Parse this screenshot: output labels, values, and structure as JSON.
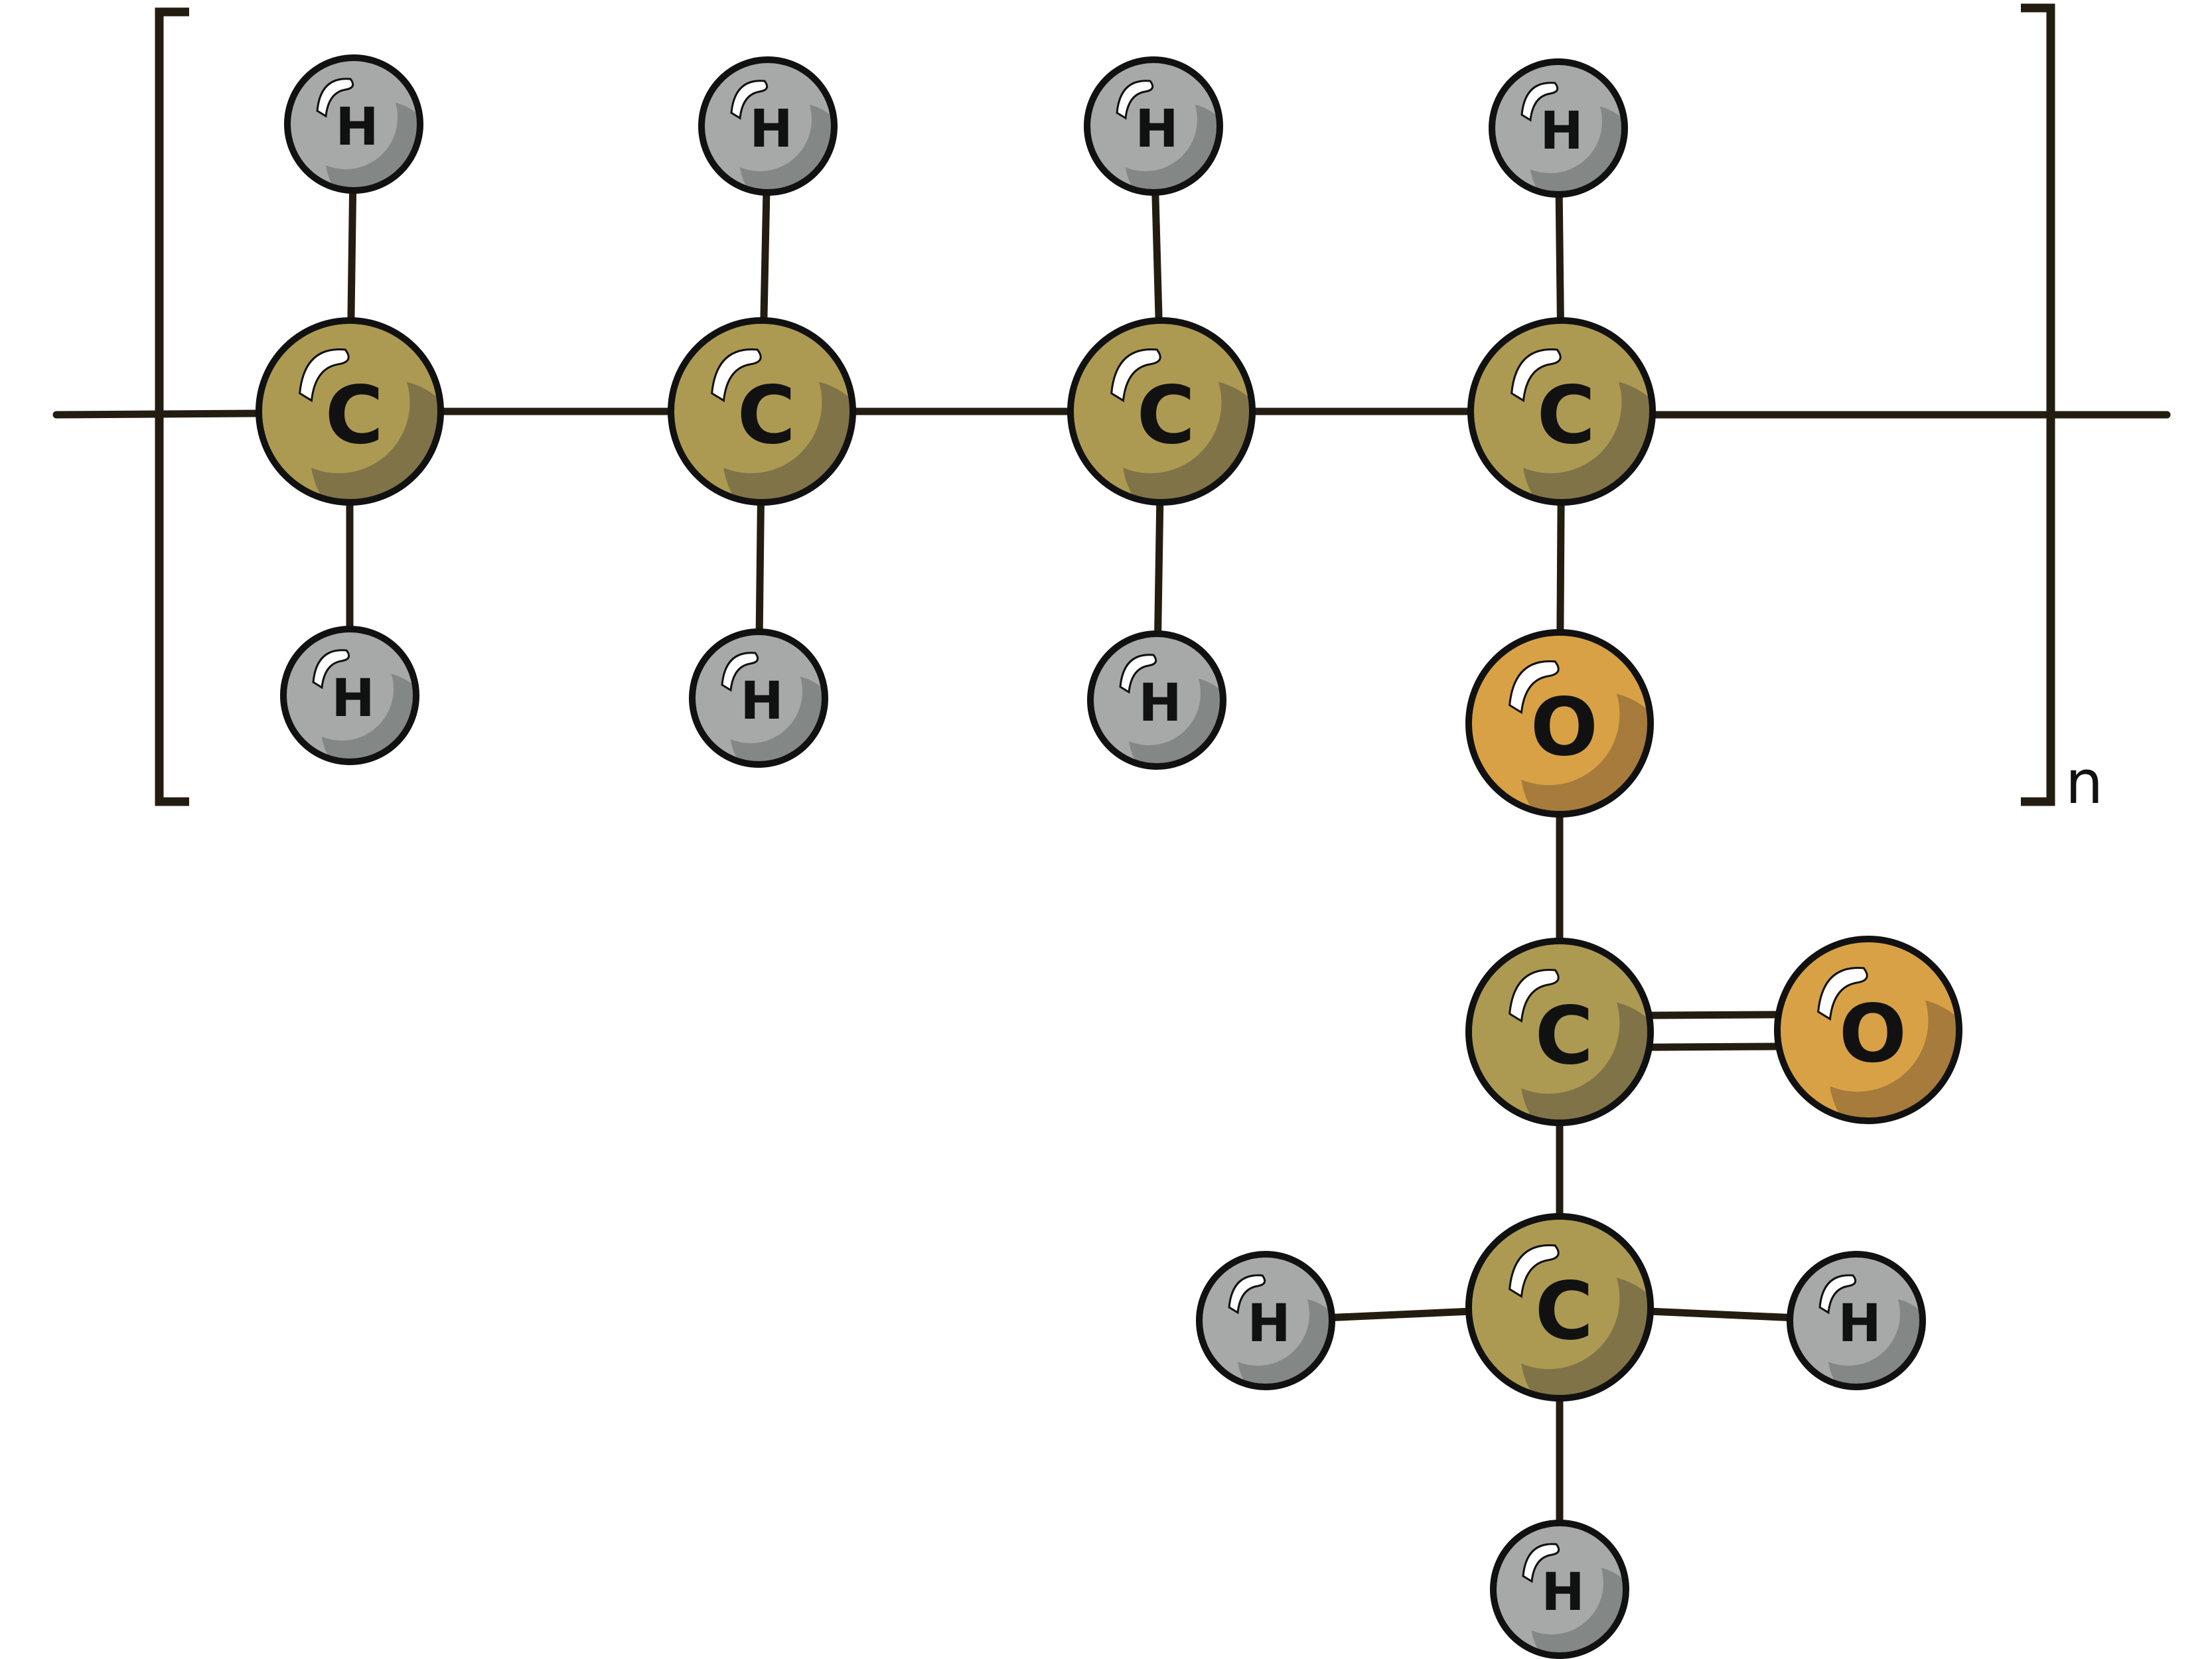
{
  "molecule": {
    "repeat_subscript": "n",
    "colors": {
      "bond": "#231c10",
      "carbon": "#ad9a52",
      "carbon_shade": "#7b6f47",
      "oxygen": "#d8a145",
      "oxygen_shade": "#a1773a",
      "hydrogen": "#a6a9a8",
      "hydrogen_shade": "#7f8483"
    },
    "elements": {
      "C": {
        "symbol": "C",
        "fill": "#ad9a52",
        "shade": "#7b6f47"
      },
      "O": {
        "symbol": "O",
        "fill": "#d8a145",
        "shade": "#a1773a"
      },
      "H": {
        "symbol": "H",
        "fill": "#a6a9a8",
        "shade": "#7f8483"
      }
    },
    "atoms": [
      {
        "id": "c1",
        "element": "C"
      },
      {
        "id": "c2",
        "element": "C"
      },
      {
        "id": "c3",
        "element": "C"
      },
      {
        "id": "c4",
        "element": "C"
      },
      {
        "id": "h1t",
        "element": "H"
      },
      {
        "id": "h2t",
        "element": "H"
      },
      {
        "id": "h3t",
        "element": "H"
      },
      {
        "id": "h4t",
        "element": "H"
      },
      {
        "id": "h1b",
        "element": "H"
      },
      {
        "id": "h2b",
        "element": "H"
      },
      {
        "id": "h3b",
        "element": "H"
      },
      {
        "id": "o1",
        "element": "O"
      },
      {
        "id": "c5",
        "element": "C"
      },
      {
        "id": "o2",
        "element": "O"
      },
      {
        "id": "c6",
        "element": "C"
      },
      {
        "id": "h6l",
        "element": "H"
      },
      {
        "id": "h6r",
        "element": "H"
      },
      {
        "id": "h6b",
        "element": "H"
      }
    ],
    "bonds": [
      {
        "from": "c1",
        "to": "c2",
        "order": 1
      },
      {
        "from": "c2",
        "to": "c3",
        "order": 1
      },
      {
        "from": "c3",
        "to": "c4",
        "order": 1
      },
      {
        "from": "c1",
        "to": "h1t",
        "order": 1
      },
      {
        "from": "c2",
        "to": "h2t",
        "order": 1
      },
      {
        "from": "c3",
        "to": "h3t",
        "order": 1
      },
      {
        "from": "c4",
        "to": "h4t",
        "order": 1
      },
      {
        "from": "c1",
        "to": "h1b",
        "order": 1
      },
      {
        "from": "c2",
        "to": "h2b",
        "order": 1
      },
      {
        "from": "c3",
        "to": "h3b",
        "order": 1
      },
      {
        "from": "c4",
        "to": "o1",
        "order": 1
      },
      {
        "from": "o1",
        "to": "c5",
        "order": 1
      },
      {
        "from": "c5",
        "to": "o2",
        "order": 2
      },
      {
        "from": "c5",
        "to": "c6",
        "order": 1
      },
      {
        "from": "c6",
        "to": "h6l",
        "order": 1
      },
      {
        "from": "c6",
        "to": "h6r",
        "order": 1
      },
      {
        "from": "c6",
        "to": "h6b",
        "order": 1
      }
    ]
  }
}
